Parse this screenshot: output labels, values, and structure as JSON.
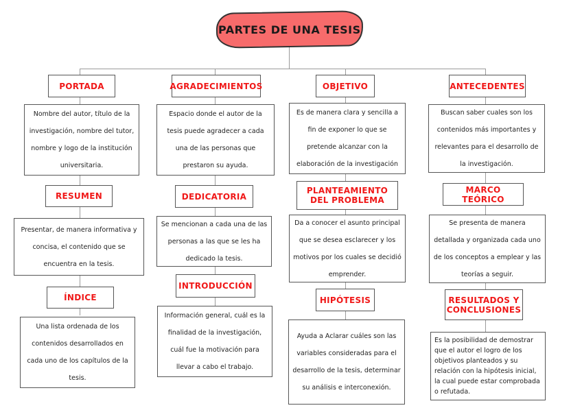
{
  "title": "PARTES DE UNA TESIS",
  "colors": {
    "title_fill": "#f76b6b",
    "heading_text": "#f01818",
    "border": "#555555",
    "connector": "#9a9a9a"
  },
  "columns": [
    {
      "sections": [
        {
          "heading": "PORTADA",
          "text": "Nombre del autor, título de la investigación, nombre del tutor, nombre y logo de la institución universitaria."
        },
        {
          "heading": "RESUMEN",
          "text": "Presentar, de manera informativa y concisa, el contenido que se encuentra en la tesis."
        },
        {
          "heading": "ÍNDICE",
          "text": "Una lista ordenada de los contenidos desarrollados en cada uno de los capítulos de la tesis."
        }
      ]
    },
    {
      "sections": [
        {
          "heading": "AGRADECIMIENTOS",
          "text": "Espacio donde el autor de la tesis puede agradecer a cada una de las personas que prestaron su ayuda."
        },
        {
          "heading": "DEDICATORIA",
          "text": "Se mencionan a cada una de las personas a las que se les ha dedicado la tesis."
        },
        {
          "heading": "INTRODUCCIÓN",
          "text": "Información general, cuál es la finalidad de la investigación, cuál fue la motivación para llevar a cabo el trabajo."
        }
      ]
    },
    {
      "sections": [
        {
          "heading": "OBJETIVO",
          "text": "Es de manera clara y sencilla a fin de exponer lo que se pretende alcanzar con la elaboración de la investigación"
        },
        {
          "heading": "PLANTEAMIENTO DEL PROBLEMA",
          "text": "Da a conocer el asunto principal que se desea esclarecer y los motivos por los cuales se decidió emprender."
        },
        {
          "heading": "HIPÓTESIS",
          "text": "Ayuda a Aclarar cuáles son las variables consideradas para el desarrollo de la tesis, determinar su análisis e interconexión."
        }
      ]
    },
    {
      "sections": [
        {
          "heading": "ANTECEDENTES",
          "text": "Buscan saber cuales son los contenidos más importantes y relevantes para el desarrollo de la investigación."
        },
        {
          "heading": "MARCO TEÓRICO",
          "text": "Se presenta de manera detallada y organizada cada uno de los conceptos a emplear y las teorías a seguir."
        },
        {
          "heading": "RESULTADOS Y CONCLUSIONES",
          "text": "Es la posibilidad de demostrar que el autor el logro de los objetivos planteados y su relación con la hipótesis inicial, la cual puede estar comprobada o refutada."
        }
      ]
    }
  ]
}
